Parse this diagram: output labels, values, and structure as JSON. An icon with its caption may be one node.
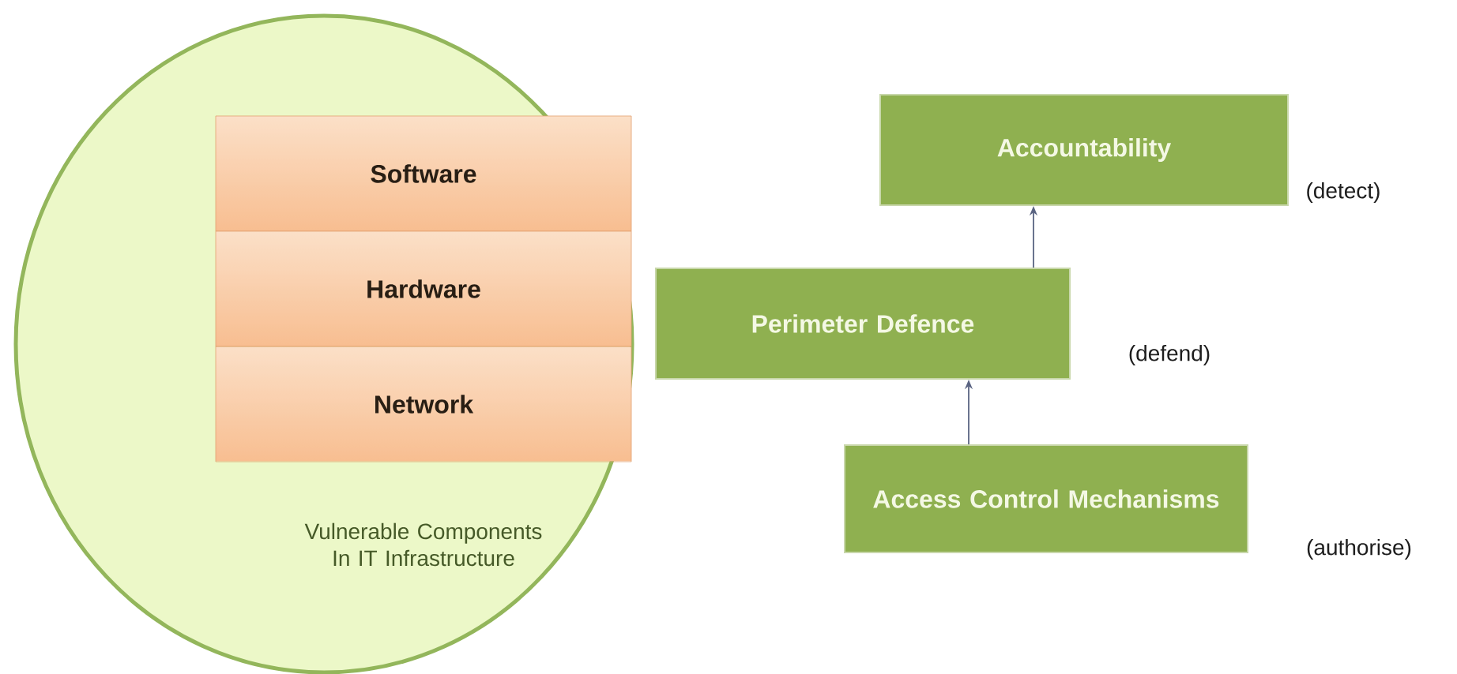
{
  "diagram": {
    "nodes": [
      {
        "text": [
          "Vulnerable Components In IT Infrastructure"
        ]
      },
      {
        "text": [
          "Software"
        ],
        "in": 0
      },
      {
        "text": [
          "Hardware"
        ],
        "in": 0
      },
      {
        "text": [
          "Network"
        ],
        "in": 0
      },
      {
        "text": [
          "Accountability"
        ],
        "beside": [
          "(detect)"
        ]
      },
      {
        "text": [
          "Perimeter Defence"
        ],
        "beside": [
          "(defend)"
        ]
      },
      {
        "text": [
          "Access Control Mechanisms"
        ],
        "beside": [
          "(authorise)"
        ]
      }
    ],
    "edges": [
      {
        "from": 5,
        "to": 4,
        "arrow": "to"
      },
      {
        "from": 6,
        "to": 5,
        "arrow": "to"
      }
    ]
  }
}
